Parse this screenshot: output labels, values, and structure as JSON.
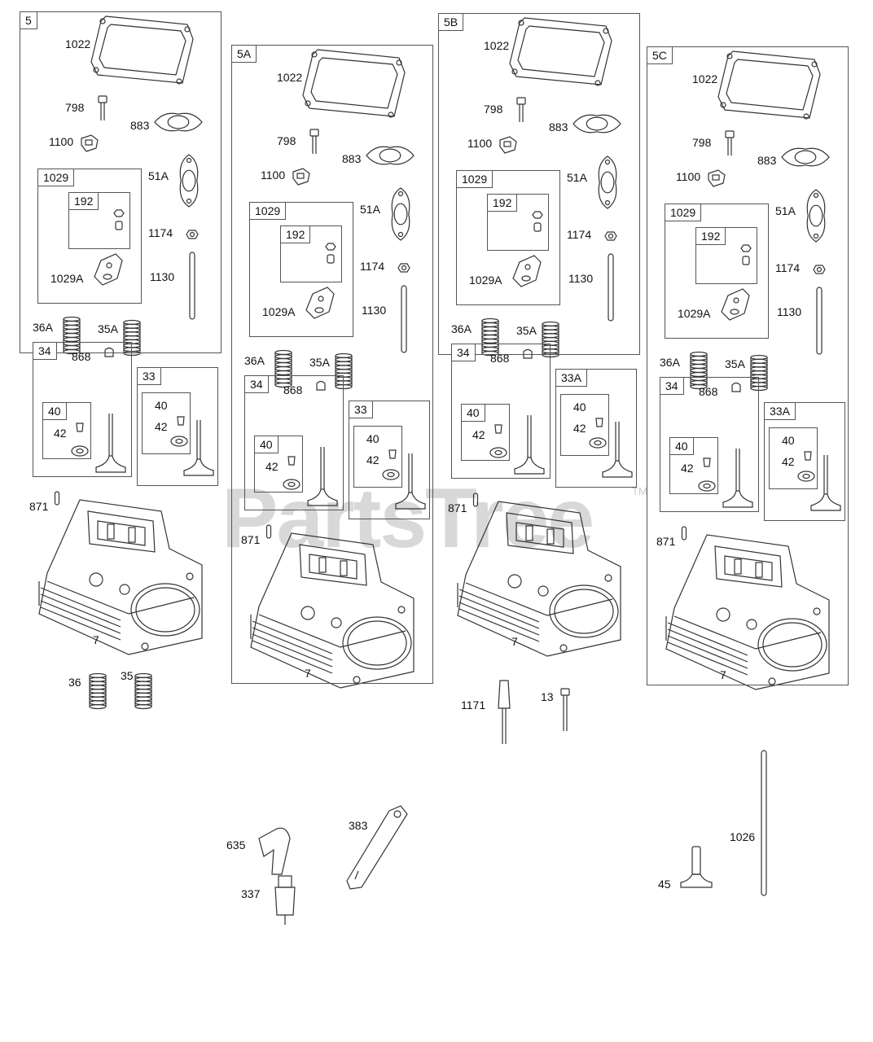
{
  "watermark": "PartsTree",
  "trademark": "TM",
  "panels": [
    {
      "tag": "5",
      "labels": {
        "gasket_valve_cover": "1022",
        "screw": "798",
        "gasket_exhaust": "883",
        "guide_plate": "1100",
        "gasket_intake": "51A",
        "rocker_kit": "1029",
        "rocker_nut_kit": "192",
        "rocker_arm": "1029A",
        "nut": "1174",
        "push_rod": "1130",
        "spring_a": "36A",
        "spring_b": "35A",
        "exhaust_kit": "34",
        "cap": "868",
        "retainer_kit": "40",
        "keeper": "42",
        "intake_kit": "33",
        "pin": "871",
        "head": "7"
      }
    },
    {
      "tag": "5A",
      "labels": {
        "gasket_valve_cover": "1022",
        "screw": "798",
        "gasket_exhaust": "883",
        "guide_plate": "1100",
        "gasket_intake": "51A",
        "rocker_kit": "1029",
        "rocker_nut_kit": "192",
        "rocker_arm": "1029A",
        "nut": "1174",
        "push_rod": "1130",
        "spring_a": "36A",
        "spring_b": "35A",
        "exhaust_kit": "34",
        "cap": "868",
        "retainer_kit": "40",
        "keeper": "42",
        "intake_kit": "33",
        "pin": "871",
        "head": "7"
      }
    },
    {
      "tag": "5B",
      "labels": {
        "gasket_valve_cover": "1022",
        "screw": "798",
        "gasket_exhaust": "883",
        "guide_plate": "1100",
        "gasket_intake": "51A",
        "rocker_kit": "1029",
        "rocker_nut_kit": "192",
        "rocker_arm": "1029A",
        "nut": "1174",
        "push_rod": "1130",
        "spring_a": "36A",
        "spring_b": "35A",
        "exhaust_kit": "34",
        "cap": "868",
        "retainer_kit": "40",
        "keeper": "42",
        "intake_kit": "33A",
        "pin": "871",
        "head": "7"
      }
    },
    {
      "tag": "5C",
      "labels": {
        "gasket_valve_cover": "1022",
        "screw": "798",
        "gasket_exhaust": "883",
        "guide_plate": "1100",
        "gasket_intake": "51A",
        "rocker_kit": "1029",
        "rocker_nut_kit": "192",
        "rocker_arm": "1029A",
        "nut": "1174",
        "push_rod": "1130",
        "spring_a": "36A",
        "spring_b": "35A",
        "exhaust_kit": "34",
        "cap": "868",
        "retainer_kit": "40",
        "keeper": "42",
        "intake_kit": "33A",
        "pin": "871",
        "head": "7"
      }
    }
  ],
  "loose_parts": {
    "spring_exhaust": "36",
    "spring_intake": "35",
    "head_bolt_long": "1171",
    "head_bolt": "13",
    "spark_plug_boot": "635",
    "spark_plug": "337",
    "wrench": "383",
    "valve": "45",
    "push_rod_long": "1026"
  }
}
